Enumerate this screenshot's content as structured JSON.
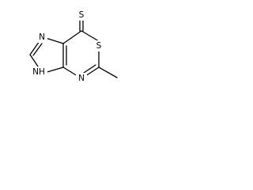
{
  "molecule": {
    "atoms": {
      "s_thione": "S",
      "s_ring": "S",
      "n_imine": "N",
      "n_ring_top": "N",
      "nh": "NH"
    }
  },
  "colors": {
    "ink": "#000000",
    "background": "#ffffff"
  }
}
